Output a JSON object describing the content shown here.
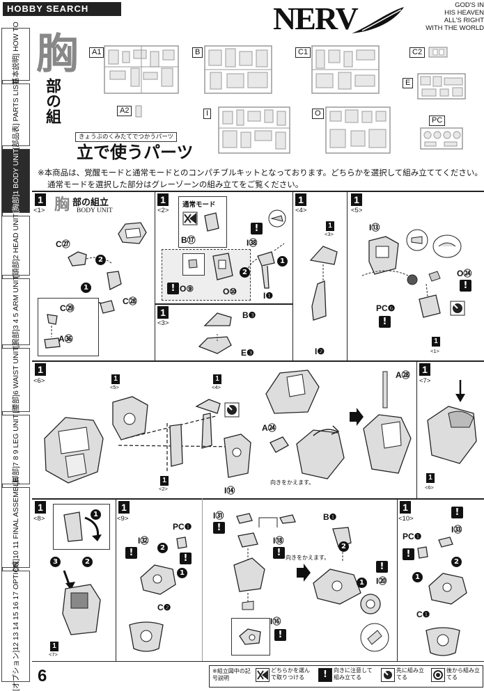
{
  "header": {
    "site_logo": "HOBBY SEARCH",
    "brand": "NERV",
    "motto": [
      "GOD'S IN",
      "HIS HEAVEN",
      "ALL'S RIGHT",
      "WITH THE WORLD"
    ]
  },
  "sidebar": {
    "tabs": [
      {
        "jp": "[基本説明]",
        "en": "HOW TO"
      },
      {
        "jp": "[部品表]",
        "en": "PARTS LIST"
      },
      {
        "jp": "[胸部]",
        "num": "1",
        "en": "BODY UNIT",
        "active": true
      },
      {
        "jp": "[頭部]",
        "num": "2",
        "en": "HEAD UNIT"
      },
      {
        "jp": "[腕部]",
        "num": "3 4 5",
        "en": "ARM UNIT"
      },
      {
        "jp": "[腰部]",
        "num": "6",
        "en": "WAIST UNIT"
      },
      {
        "jp": "[脚部]",
        "num": "7 8 9",
        "en": "LEG UNIT"
      },
      {
        "jp": "[完成]",
        "num": "10 11",
        "en": "FINAL ASSEMBLE"
      },
      {
        "jp": "[オプション]",
        "num": "12 13 14 15 16 17",
        "en": "OPTION"
      }
    ]
  },
  "parts_section": {
    "big_char": "胸",
    "title_line1": "部の組",
    "title_line2": "立で使うパーツ",
    "ruby": "きょうぶのくみたてでつかうパーツ",
    "runner_labels": [
      "A1",
      "B",
      "C1",
      "C2",
      "E",
      "A2",
      "I",
      "O",
      "PC"
    ],
    "note_line1": "※本商品は、覚醒モードと通常モードとのコンパチブルキットとなっております。どちらかを選択して組み立ててください。",
    "note_line2": "通常モードを選択した部分はグレーゾーンの組み立てをご覧ください。"
  },
  "assembly": {
    "section_title_jp": "胸部の組立",
    "section_title_en": "BODY UNIT",
    "step_num": "1",
    "substeps": [
      "<1>",
      "<2>",
      "<3>",
      "<4>",
      "<5>",
      "<6>",
      "<7>",
      "<8>",
      "<9>",
      "<10>"
    ],
    "parts": {
      "s1_c27": "C㉗",
      "s1_c28": "C㉘",
      "s1_c29": "C㉙",
      "s1_a36": "A㊱",
      "s2_mode": "通常モード",
      "s2_b17": "B⑰",
      "s2_o9": "O⑨",
      "s2_o10": "O⑩",
      "s2_i38": "I㊳",
      "s2_i1": "I❶",
      "s3_b3": "B❸",
      "s3_e3": "E❸",
      "s4_i2": "I❷",
      "s5_i13": "I⑬",
      "s5_o24": "O㉔",
      "s5_pc6": "PC❻",
      "s6_i14": "I⑭",
      "s6_a24": "A㉔",
      "s6_a28": "A㉘",
      "s9_i32": "I㉜",
      "s9_pcl": "PC❶",
      "s9_c2": "C❷",
      "s9_i31": "I㉛",
      "s9_i18": "I⑱",
      "s9_i16": "I⑯",
      "s9_b1": "B❶",
      "s9_i20": "I⑳",
      "s10_pcl": "PC❶",
      "s10_i33": "I㉝",
      "s10_c1": "C❶"
    },
    "notes": {
      "turn1": "向きをかえます。",
      "turn2": "向きをかえます。"
    }
  },
  "footer": {
    "page_number": "6",
    "legend_title": "※組立図中の記号説明",
    "legend": [
      {
        "label": "どちらかを選んで取りつける",
        "icon": "choose-icon"
      },
      {
        "label": "向きに注意して組み立てる",
        "icon": "caution-icon"
      },
      {
        "label": "先に組み立てる",
        "icon": "first-icon"
      },
      {
        "label": "後から組み立てる",
        "icon": "later-icon"
      }
    ]
  }
}
